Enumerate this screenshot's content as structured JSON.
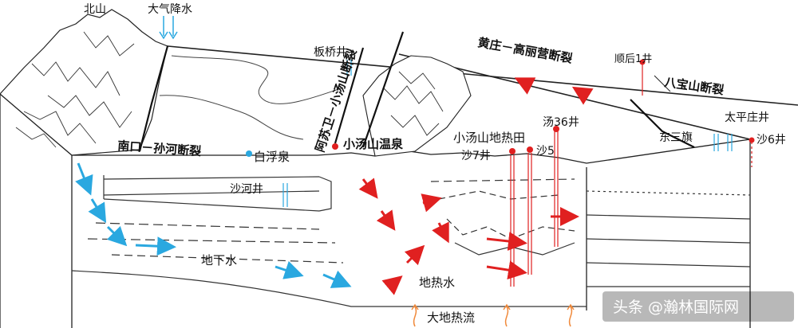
{
  "labels": {
    "beishan": "北山",
    "precip": "大气降水",
    "banqiao_well": "板桥井",
    "fault_asuwei": "阿苏卫－小汤山断裂",
    "fault_huangzhuang": "黄庄－高丽营断裂",
    "shunhou_well": "顺后1井",
    "fault_babaoshan": "八宝山断裂",
    "tang36": "汤36井",
    "taipingzhuang": "太平庄井",
    "dongsanqi": "东三旗",
    "sha6": "沙6井",
    "xiaotangshan_field": "小汤山地热田",
    "xiaotangshan_spring": "小汤山温泉",
    "sha7": "沙7井",
    "sha5": "沙5",
    "fault_nankou": "南口－孙河断裂",
    "baifu_spring": "白浮泉",
    "shahe_well": "沙河井",
    "groundwater": "地下水",
    "geothermal_water": "地热水",
    "heat_flow": "大地热流"
  },
  "watermark": "头条 @瀚林国际网",
  "colors": {
    "hot_water": "#e02020",
    "cold_water": "#2aa8e0",
    "line": "#222222",
    "precip": "#2aa8e0",
    "heat": "#f08a3c"
  }
}
